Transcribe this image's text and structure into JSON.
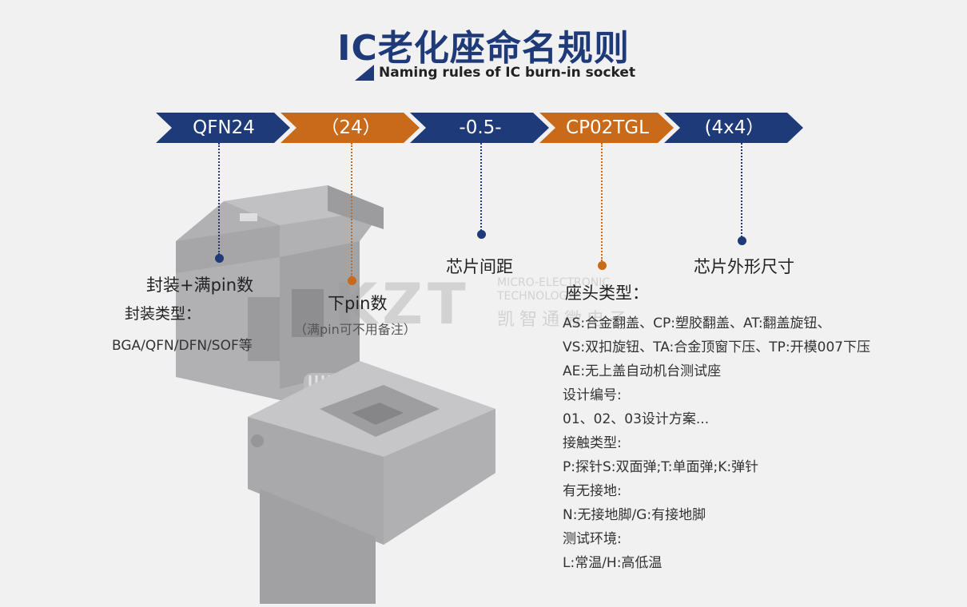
{
  "header": {
    "title": "IC老化座命名规则",
    "subtitle": "Naming rules of IC burn-in socket"
  },
  "ribbon": {
    "segments": [
      {
        "label": "QFN24",
        "color": "#1e3a78"
      },
      {
        "label": "（24）",
        "color": "#c96a1a"
      },
      {
        "label": "-0.5-",
        "color": "#1e3a78"
      },
      {
        "label": "CP02TGL",
        "color": "#c96a1a"
      },
      {
        "label": "(4x4）",
        "color": "#1e3a78"
      }
    ]
  },
  "annotations": {
    "package": {
      "title": "封装+满pin数",
      "type_label": "封装类型：",
      "types": "BGA/QFN/DFN/SOF等"
    },
    "pin": {
      "title": "下pin数",
      "note": "（满pin可不用备注）"
    },
    "pitch": {
      "title": "芯片间距"
    },
    "socket": {
      "title": "座头类型：",
      "lines": [
        "AS:合金翻盖、CP:塑胶翻盖、AT:翻盖旋钮、",
        "VS:双扣旋钮、TA:合金顶窗下压、TP:开模007下压",
        "AE:无上盖自动机台测试座",
        "设计编号:",
        "01、02、03设计方案...",
        "接触类型:",
        "P:探针S:双面弹;T:单面弹;K:弹针",
        "有无接地:",
        "N:无接地脚/G:有接地脚",
        "测试环境:",
        "L:常温/H:高低温"
      ]
    },
    "size": {
      "title": "芯片外形尺寸"
    }
  },
  "watermark": {
    "brand": "KZT",
    "en_line1": "MICRO-ELECTRONIC",
    "en_line2": "TECHNOLOGY",
    "cn": "凯智通微电子"
  },
  "colors": {
    "navy": "#1e3a78",
    "orange": "#c96a1a",
    "title": "#1f3a78",
    "background": "#f1f1f2"
  }
}
